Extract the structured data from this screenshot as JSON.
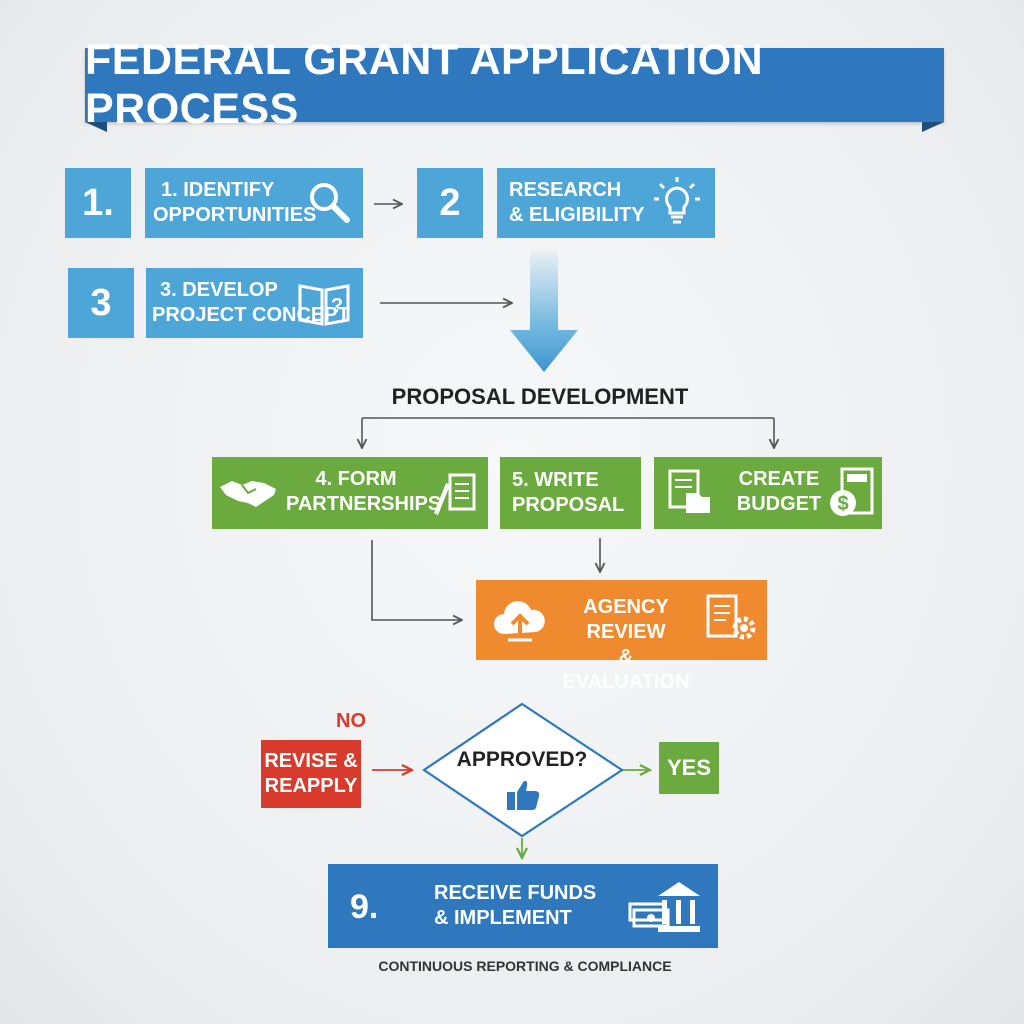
{
  "title": "FEDERAL GRANT APPLICATION PROCESS",
  "step1": {
    "number": "1.",
    "line1": "1. IDENTIFY",
    "line2": "OPPORTUNITIES",
    "icon": "magnifier-icon"
  },
  "step2": {
    "number": "2",
    "line1": "RESEARCH",
    "line2": "& ELIGIBILITY",
    "icon": "lightbulb-icon"
  },
  "step3": {
    "number": "3",
    "line1": "3. DEVELOP",
    "line2": "PROJECT CONCEPT",
    "icon": "open-book-question-icon"
  },
  "section_label": "PROPOSAL DEVELOPMENT",
  "step4": {
    "line1": "4. FORM",
    "line2": "PARTNERSHIPS",
    "icons": [
      "handshake-icon",
      "pen-document-icon"
    ]
  },
  "step5": {
    "line1": "5. WRITE",
    "line2": "PROPOSAL"
  },
  "step6": {
    "line1": "CREATE",
    "line2": "BUDGET",
    "icons": [
      "document-folder-icon",
      "calculator-dollar-icon"
    ]
  },
  "review": {
    "line1": "AGENCY REVIEW",
    "line2": "& EVALUATION",
    "icons": [
      "cloud-upload-icon",
      "document-gear-icon"
    ]
  },
  "decision": {
    "question": "APPROVED?",
    "icon": "thumbs-up-icon",
    "no_label": "NO",
    "yes_label": "YES"
  },
  "revise": {
    "line1": "REVISE &",
    "line2": "REAPPLY"
  },
  "step9": {
    "number": "9.",
    "line1": "RECEIVE FUNDS",
    "line2": "& IMPLEMENT",
    "icon": "money-bank-icon"
  },
  "footer": "CONTINUOUS REPORTING & COMPLIANCE",
  "colors": {
    "banner": "#2f78bd",
    "light_blue": "#4ea6d8",
    "green": "#6aaa3f",
    "orange": "#f08a2f",
    "red": "#d83a2c",
    "dark_blue": "#2f78bd"
  }
}
